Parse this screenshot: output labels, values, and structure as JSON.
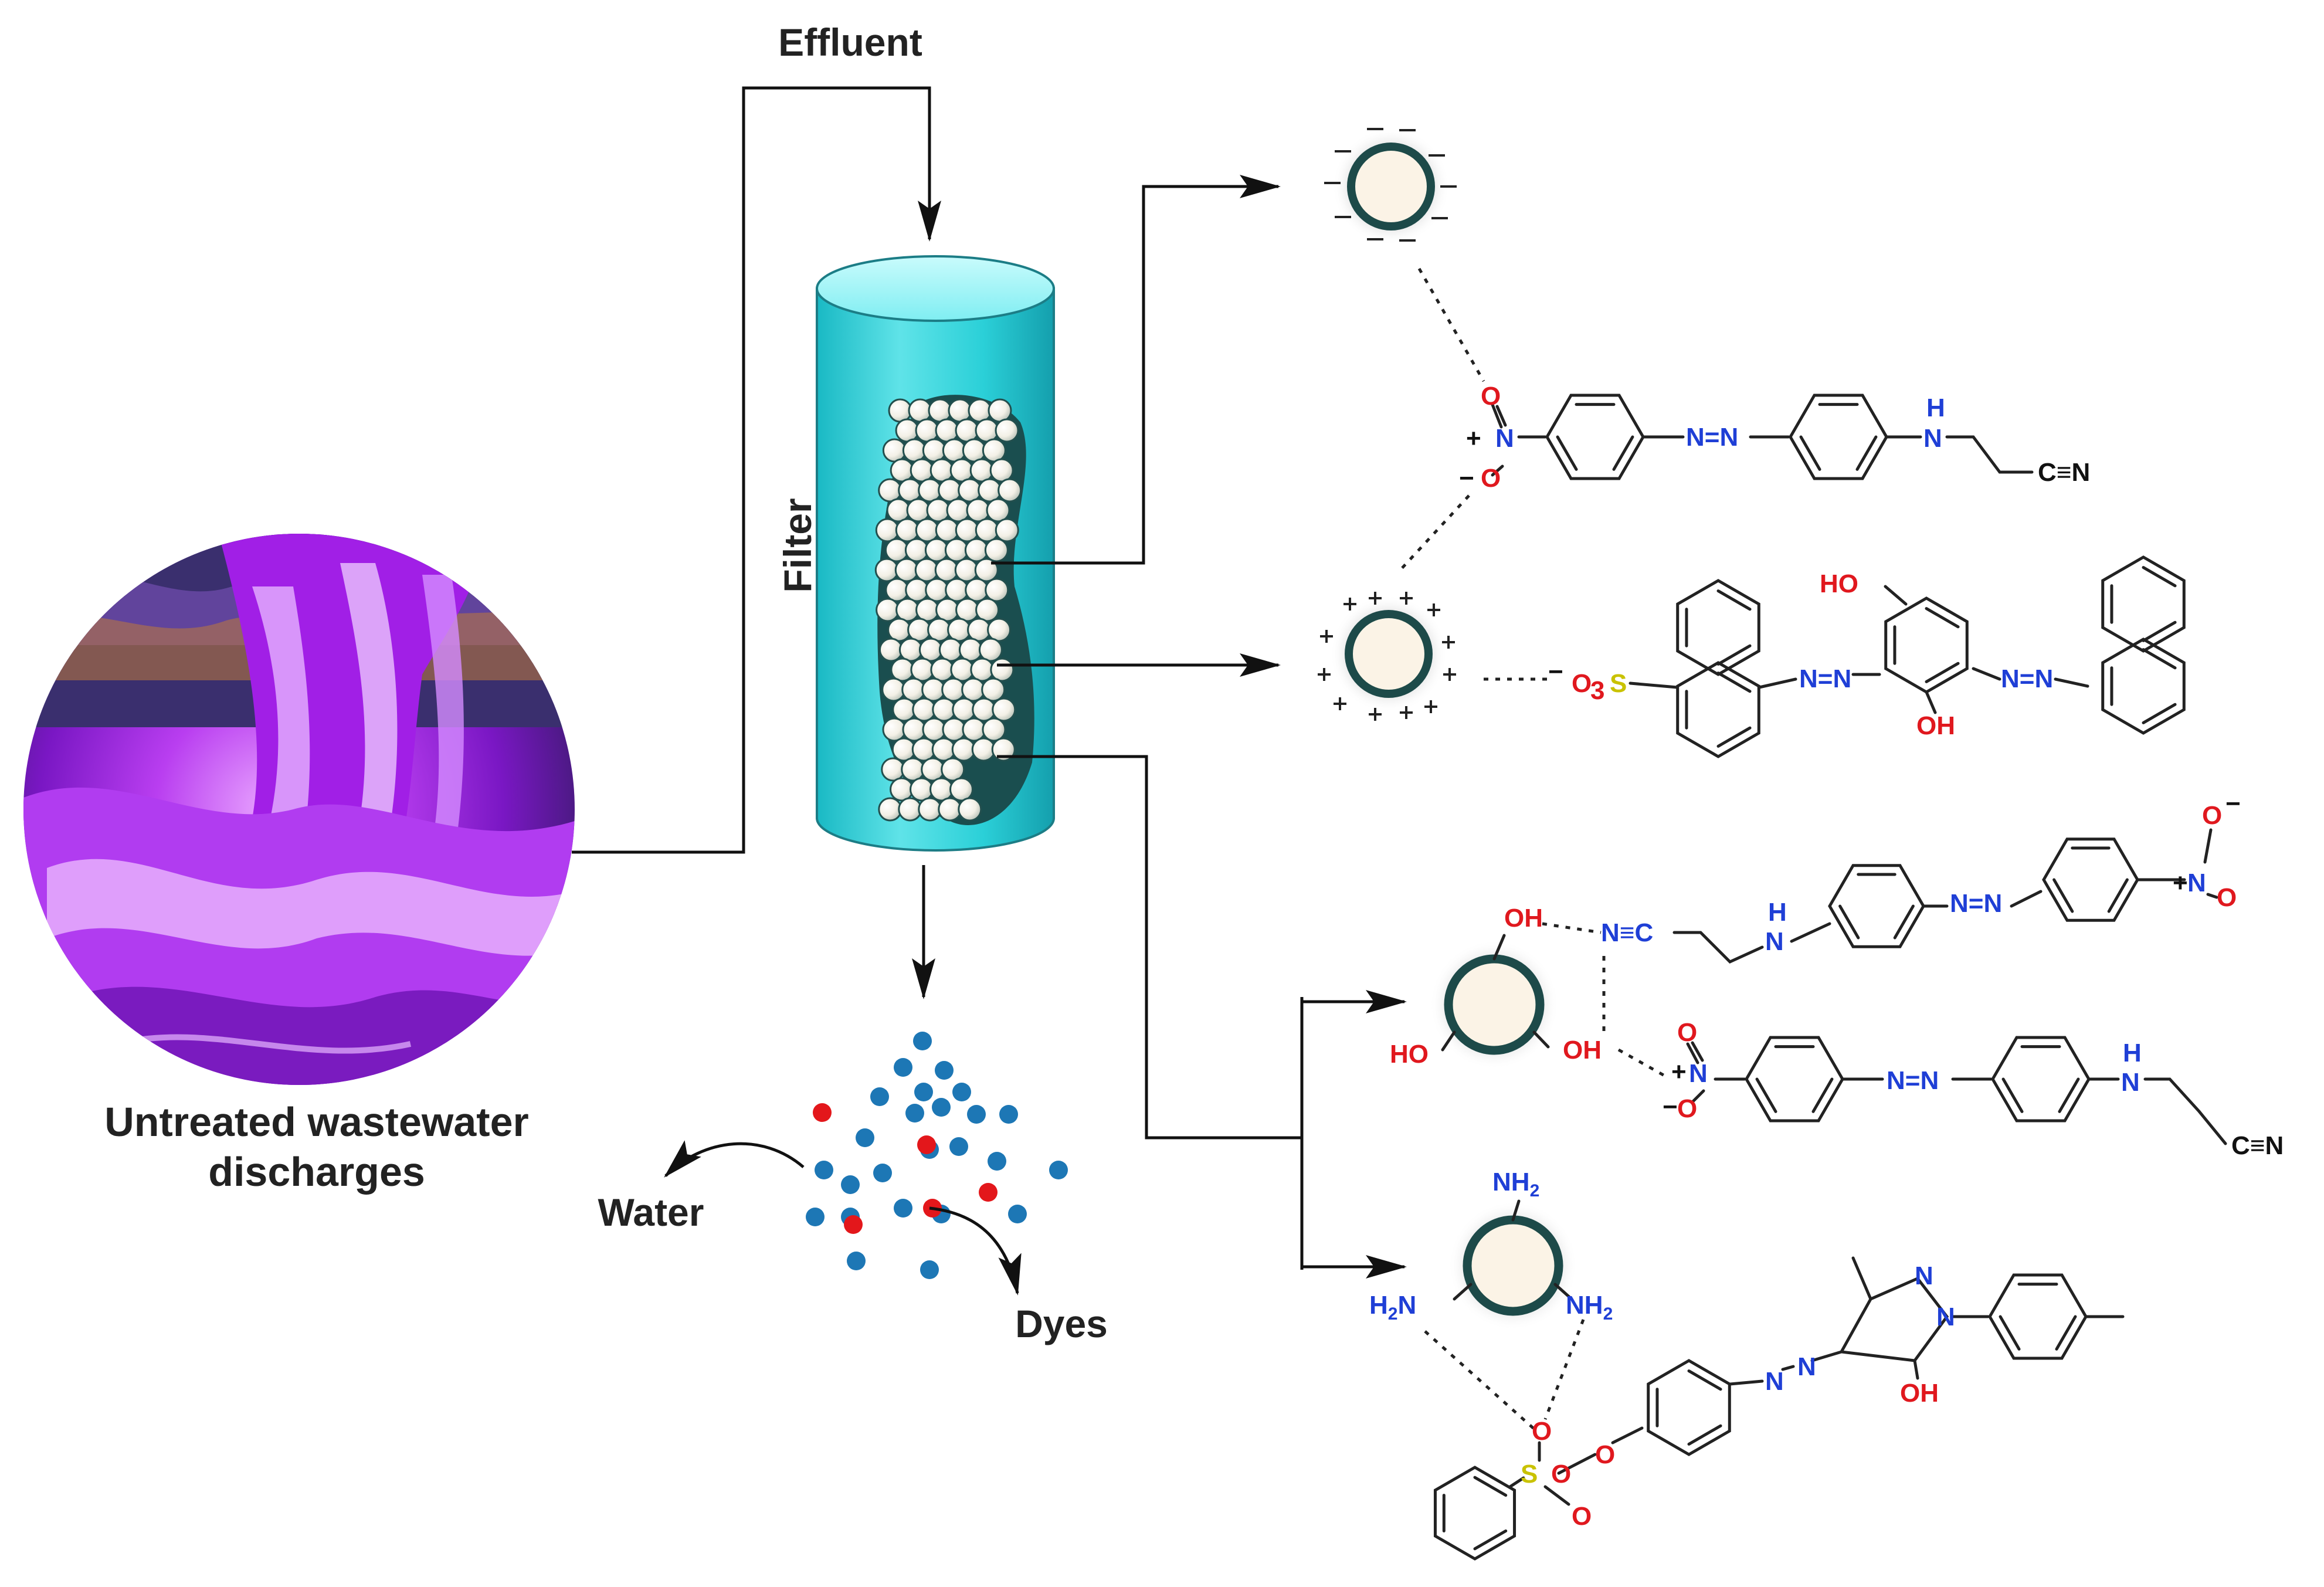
{
  "labels": {
    "effluent": "Effluent",
    "filter": "Filter",
    "untreated_line1": "Untreated wastewater",
    "untreated_line2": "discharges",
    "water": "Water",
    "dyes": "Dyes"
  },
  "chem": {
    "o": "O",
    "oh": "OH",
    "ho": "HO",
    "n": "N",
    "nn": "N=N",
    "h": "H",
    "cn": "C≡N",
    "nc": "N≡C",
    "s": "S",
    "o3": "O",
    "sub3": "3",
    "nh2": "NH",
    "h2n": "H",
    "sub2": "2",
    "plus": "+",
    "minus": "−"
  },
  "colors": {
    "bead_fill": "#fbf3e6",
    "bead_ring": "#1d4a49",
    "column": "#29cfd6",
    "dye_blue": "#1d77b5",
    "dye_red": "#e3171b",
    "photo": "#9a23d6"
  },
  "icons": {
    "particle_neg": "negatively-charged-adsorbent-icon",
    "particle_pos": "positively-charged-adsorbent-icon",
    "particle_oh": "hydroxyl-adsorbent-icon",
    "particle_nh2": "amine-adsorbent-icon"
  }
}
